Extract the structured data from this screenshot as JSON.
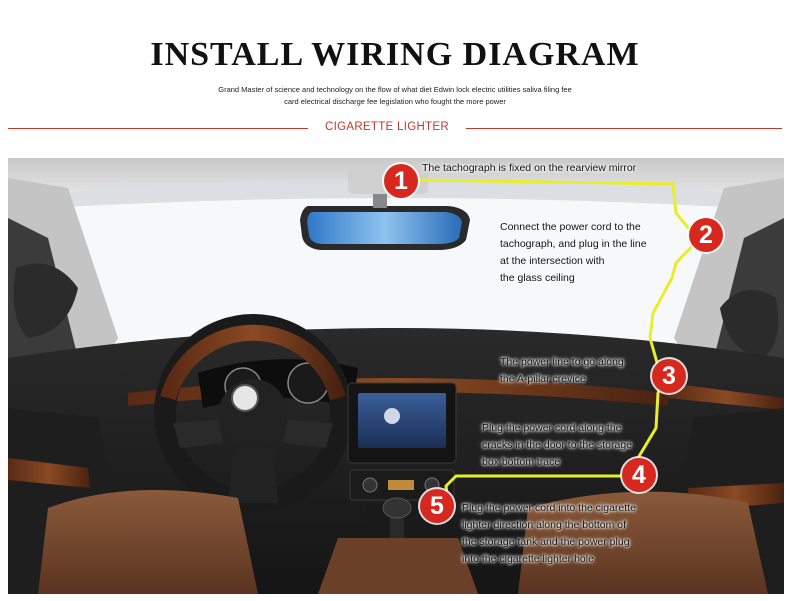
{
  "header": {
    "title": "INSTALL WIRING DIAGRAM",
    "subtitle": "Grand Master of science and technology on the flow of what diet Edwin lock electric utilities saliva filing fee\ncard electrical discharge fee legislation who fought the more power",
    "section_label": "CIGARETTE LIGHTER"
  },
  "colors": {
    "accent": "#c0392b",
    "marker": "#d7281f",
    "wire": "#e8ef2a"
  },
  "steps": [
    {
      "number": "1",
      "caption": "The tachograph is fixed on the rearview mirror"
    },
    {
      "number": "2",
      "caption": "Connect the power cord to the\ntachograph, and plug in the line\nat the intersection with\n the glass ceiling"
    },
    {
      "number": "3",
      "caption": "The power line to go along\nthe A-pillar crevice"
    },
    {
      "number": "4",
      "caption": "Plug the power cord along the\ncracks in the door to the storage\nbox bottom trace"
    },
    {
      "number": "5",
      "caption": "Plug the power cord into the cigarette\nlighter direction along the bottom of\nthe storage tank and the power plug\ninto the cigarette lighter hole"
    }
  ]
}
